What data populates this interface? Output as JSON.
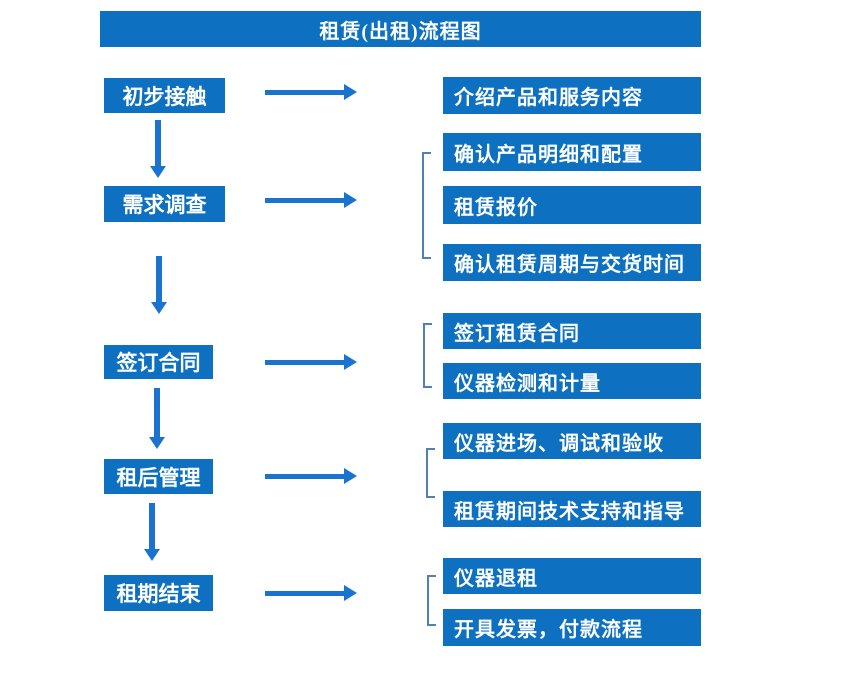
{
  "flow": {
    "title": "租赁(出租)流程图",
    "steps": [
      {
        "label": "初步接触",
        "details": [
          "介绍产品和服务内容"
        ]
      },
      {
        "label": "需求调查",
        "details": [
          "确认产品明细和配置",
          "租赁报价",
          "确认租赁周期与交货时间"
        ]
      },
      {
        "label": "签订合同",
        "details": [
          "签订租赁合同",
          "仪器检测和计量"
        ]
      },
      {
        "label": "租后管理",
        "details": [
          "仪器进场、调试和验收",
          "租赁期间技术支持和指导"
        ]
      },
      {
        "label": "租期结束",
        "details": [
          "仪器退租",
          "开具发票，付款流程"
        ]
      }
    ]
  },
  "colors": {
    "box": "#0d70c0",
    "arrow": "#1a73cf",
    "bracket": "#5081b4",
    "text": "#ffffff",
    "background": "#ffffff"
  }
}
